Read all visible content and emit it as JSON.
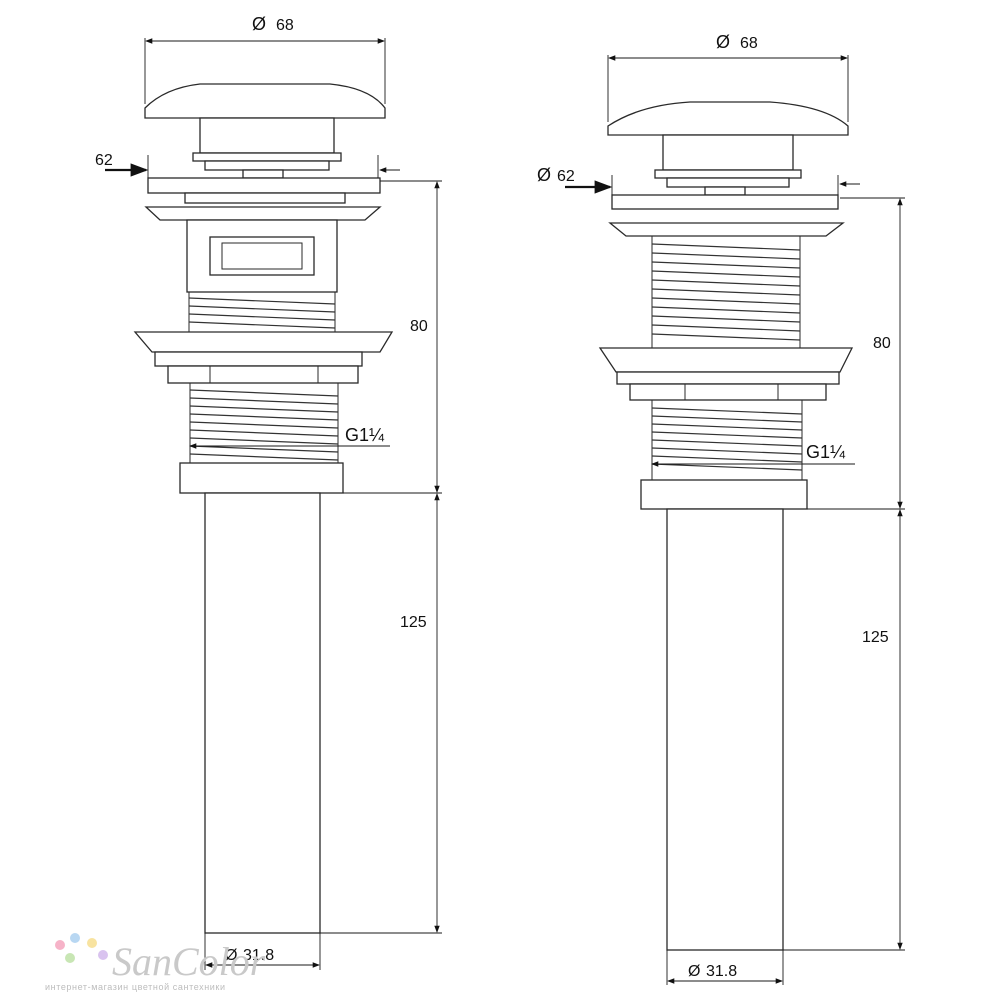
{
  "left_drawing": {
    "cap_diameter": "68",
    "seat_diameter": "62",
    "upper_height": "80",
    "tail_height": "125",
    "thread": "G1¼",
    "tail_diameter": "31.8"
  },
  "right_drawing": {
    "cap_diameter": "68",
    "seat_diameter": "62",
    "upper_height": "80",
    "tail_height": "125",
    "thread": "G1¼",
    "tail_diameter": "31.8"
  },
  "symbols": {
    "diameter": "Ø"
  },
  "watermark": {
    "brand": "SanColor",
    "tagline": "интернет-магазин цветной сантехники",
    "dot_colors": [
      "#f6b3c8",
      "#b8d7f2",
      "#f8e3a0",
      "#c8e6b4",
      "#d9c3ef"
    ]
  }
}
